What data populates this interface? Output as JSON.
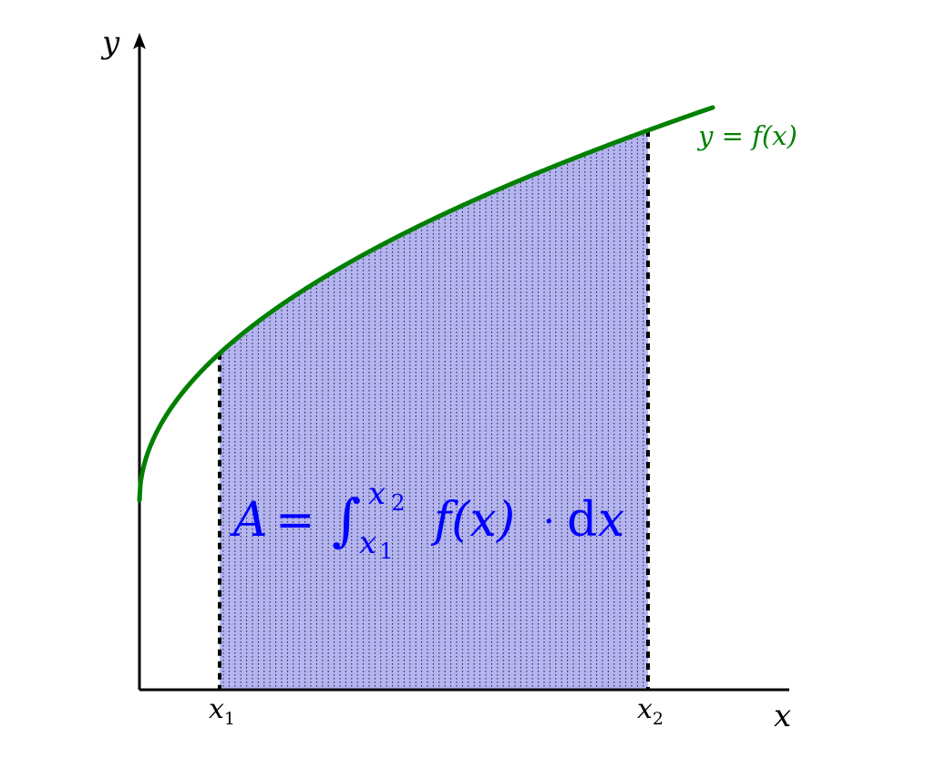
{
  "axes": {
    "x_label": "x",
    "y_label": "y"
  },
  "curve": {
    "label": "y = f(x)",
    "color": "#008000"
  },
  "bounds": {
    "lower_label": "x",
    "lower_sub": "1",
    "upper_label": "x",
    "upper_sub": "2"
  },
  "area": {
    "fill_color": "#b4b4f0",
    "hatch_color": "#1a1a3a",
    "boundary_color": "#000000",
    "formula": {
      "lhs": "A",
      "equals": "=",
      "integral": "∫",
      "upper_limit": "x",
      "upper_limit_sub": "2",
      "lower_limit": "x",
      "lower_limit_sub": "1",
      "integrand": "f(x)",
      "dot": "·",
      "differential_d": "d",
      "differential_var": "x"
    },
    "formula_color": "#0000ff"
  }
}
